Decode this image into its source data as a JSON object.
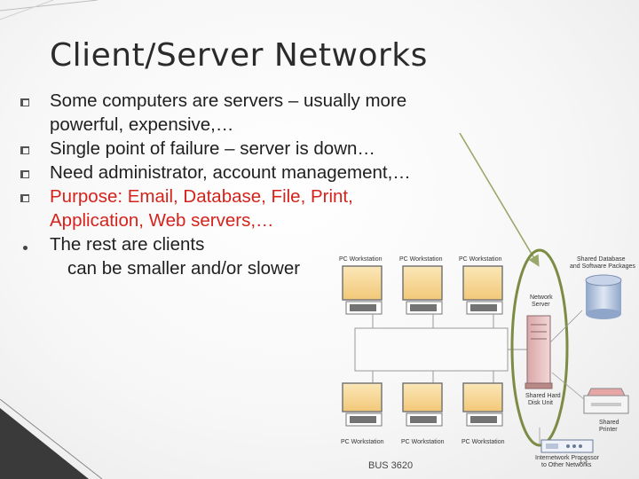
{
  "title": "Client/Server Networks",
  "bullets": [
    {
      "lines": [
        "Some computers are servers – usually more",
        "powerful, expensive,…"
      ],
      "marker": "square",
      "color": "black"
    },
    {
      "lines": [
        "Single point of failure – server is down…"
      ],
      "marker": "square",
      "color": "black"
    },
    {
      "lines": [
        "Need administrator, account management,…"
      ],
      "marker": "square",
      "color": "black"
    },
    {
      "lines": [
        "Purpose: Email, Database, File, Print,",
        "Application, Web servers,…"
      ],
      "marker": "square",
      "color": "red"
    },
    {
      "lines": [
        "The rest are clients",
        "can be smaller and/or slower"
      ],
      "marker": "dot",
      "color": "black"
    }
  ],
  "diagram": {
    "workstation_label": "PC Workstation",
    "network_server": [
      "Network",
      "Server"
    ],
    "shared_database": [
      "Shared Database",
      "and Software Packages"
    ],
    "shared_disk": [
      "Shared Hard",
      "Disk Unit"
    ],
    "shared_printer": [
      "Shared",
      "Printer"
    ],
    "internetwork": [
      "Internetwork Processor",
      "to Other Networks"
    ]
  },
  "footer": "BUS 3620",
  "page_number": "13",
  "colors": {
    "accent_red": "#d4231c",
    "arrow_green": "#9aa86a",
    "ellipse_green": "#7c8c45"
  }
}
